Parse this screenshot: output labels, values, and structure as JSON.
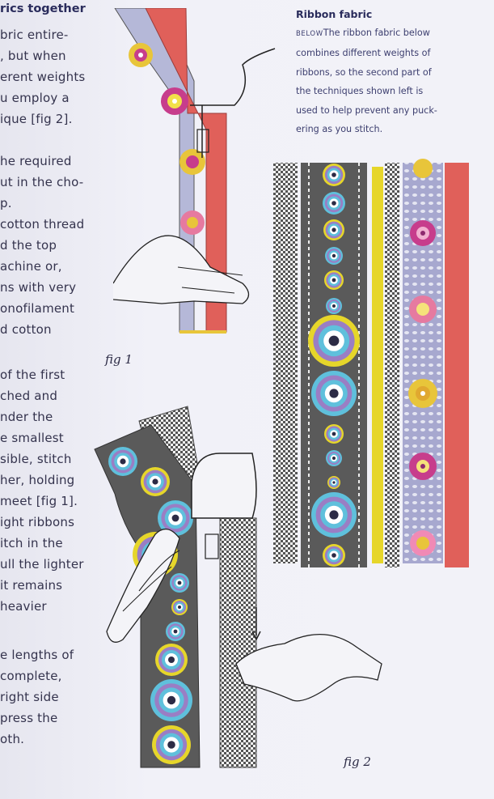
{
  "body": {
    "heading": "rics together",
    "heading_tail": "",
    "lines": [
      "bric entire-",
      ", but when",
      "erent weights",
      "u employ a",
      "ique [fig 2].",
      "he required",
      "ut in the cho-",
      "p.",
      "cotton thread",
      "d the top",
      "achine or,",
      "ns with very",
      "onofilament",
      "d cotton",
      "of the first",
      "ched and",
      "nder the",
      "e smallest",
      "sible, stitch",
      "her, holding",
      "meet [fig 1].",
      "ight ribbons",
      "itch in the",
      "ull the lighter",
      " it remains",
      " heavier",
      "e lengths of",
      " complete,",
      " right side",
      " press the",
      "oth."
    ]
  },
  "sidebar": {
    "title": "Ribbon fabric",
    "kicker": "BELOW",
    "text": "The ribbon fabric below combines different weights of ribbons, so the second part of the techniques shown left is used to help prevent any puckering as you stitch.",
    "lines": [
      "The ribbon fabric below",
      "combines different weights of",
      "ribbons, so the second part of",
      "the techniques shown left is",
      "used to help prevent any puck-",
      "ering as you stitch."
    ]
  },
  "captions": {
    "fig1": "fig 1",
    "fig2": "fig 2"
  },
  "colors": {
    "coral": "#e0605a",
    "charcoal": "#5a5a5a",
    "lavender": "#a7a8cf",
    "yellow": "#e6d62a",
    "pink": "#c73d8c",
    "cyan": "#5fc0dc",
    "violet": "#9a7ec4",
    "ink": "#2c2b45"
  }
}
